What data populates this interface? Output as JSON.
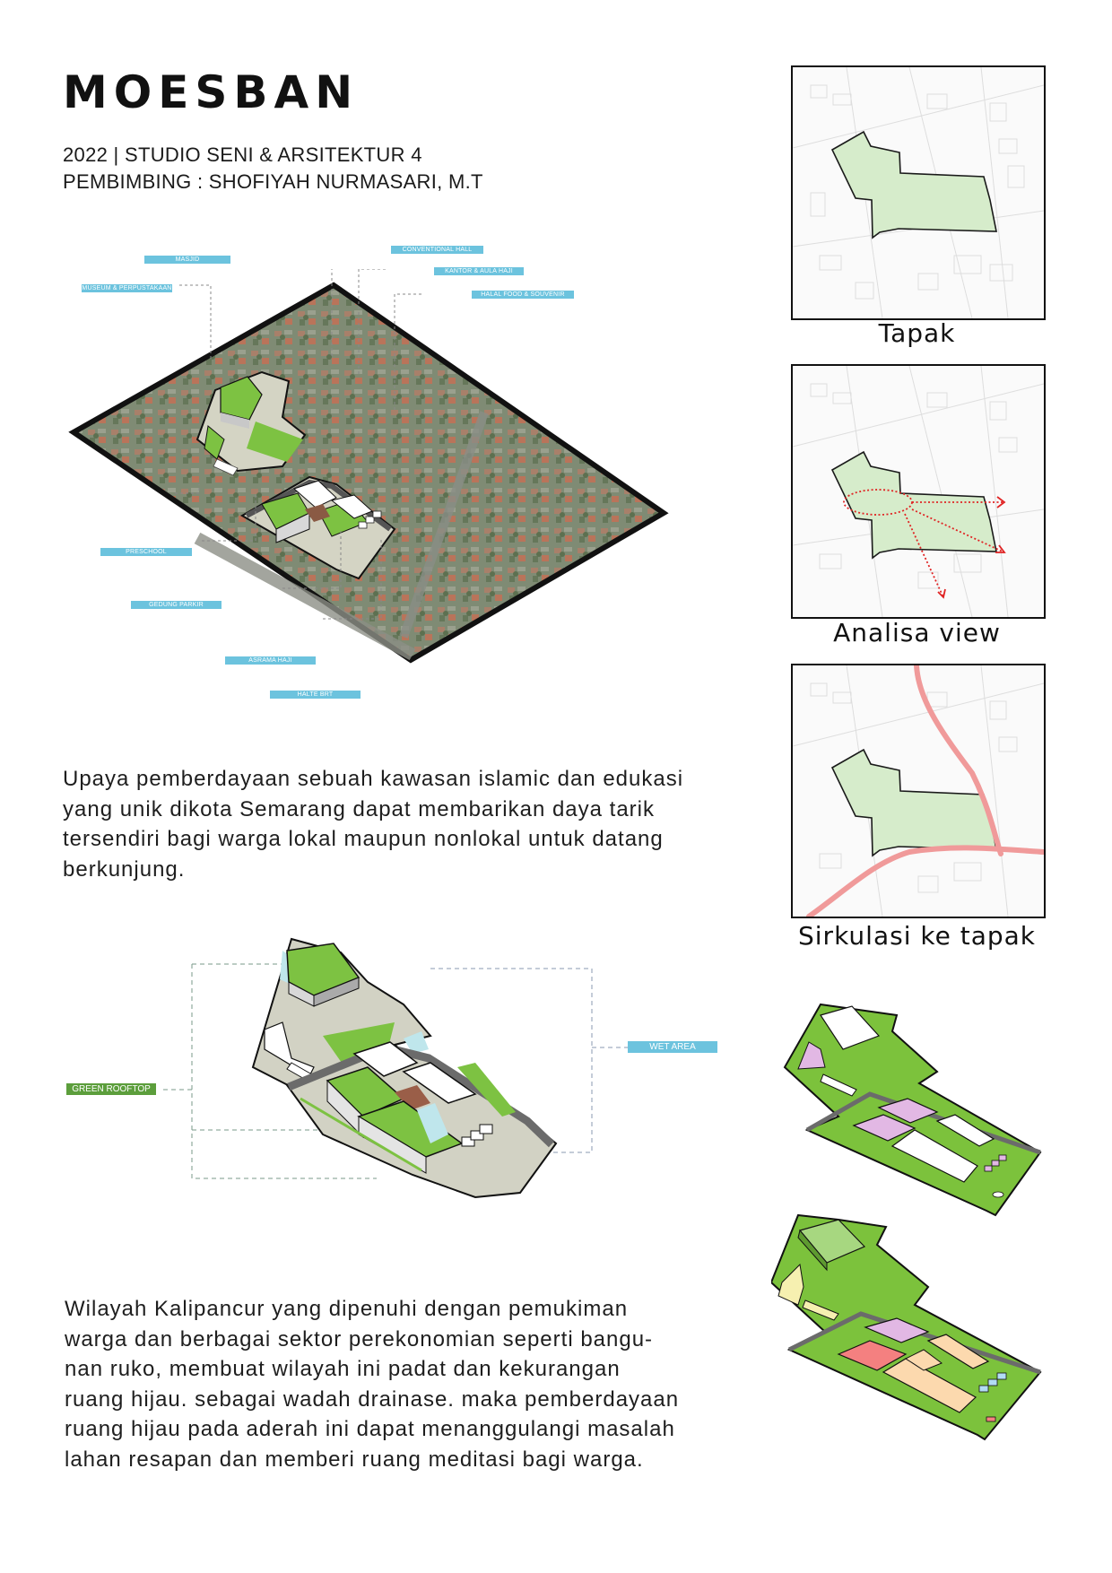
{
  "header": {
    "title": "MOESBAN",
    "subtitle_line1": "2022 | STUDIO SENI & ARSITEKTUR 4",
    "subtitle_line2": "PEMBIMBING : SHOFIYAH NURMASARI, M.T"
  },
  "site_axonometric": {
    "labels": {
      "masjid": "MASJID",
      "museum": "MUSEUM & PERPUSTAKAAN",
      "conventional_hall": "CONVENTIONAL HALL",
      "kantor": "KANTOR & AULA HAJI",
      "halal_food": "HALAL FOOD & SOUVENIR",
      "preschool": "PRESCHOOL",
      "gedung_parkir": "GEDUNG PARKIR",
      "asrama_haji": "ASRAMA HAJI",
      "halte_brt": "HALTE BRT"
    },
    "label_color": "#6cc3de"
  },
  "description_1": "Upaya pemberdayaan sebuah kawasan islamic dan edukasi\nyang unik dikota Semarang dapat membarikan daya tarik\ntersendiri bagi warga lokal maupun nonlokal untuk datang\nberkunjung.",
  "green_diagram": {
    "labels": {
      "green_rooftop": "GREEN ROOFTOP",
      "wet_area": "WET AREA"
    },
    "colors": {
      "green": "#7dc242",
      "water": "#bfe6ec",
      "paving": "#d2d2c4",
      "road": "#6b6b6b"
    }
  },
  "description_2": "Wilayah Kalipancur yang dipenuhi dengan pemukiman\nwarga dan berbagai sektor perekonomian seperti bangu-\nnan ruko, membuat wilayah ini padat dan kekurangan\nruang hijau. sebagai wadah drainase. maka pemberdayaan\nruang hijau pada aderah ini dapat menanggulangi masalah\nlahan resapan dan memberi ruang meditasi bagi warga.",
  "site_maps": [
    {
      "caption": "Tapak"
    },
    {
      "caption": "Analisa view"
    },
    {
      "caption": "Sirkulasi ke tapak"
    }
  ],
  "map_colors": {
    "site_fill": "#d6eccb",
    "view_arrow": "#e02424",
    "circulation": "#f09a9a"
  },
  "zoning_colors": {
    "green": "#7cc23c",
    "lilac": "#e2b8e4",
    "white": "#ffffff",
    "yellow": "#f6f0b0",
    "coral": "#f48080",
    "peach": "#fcd9ae",
    "blue": "#b2dcf4"
  }
}
